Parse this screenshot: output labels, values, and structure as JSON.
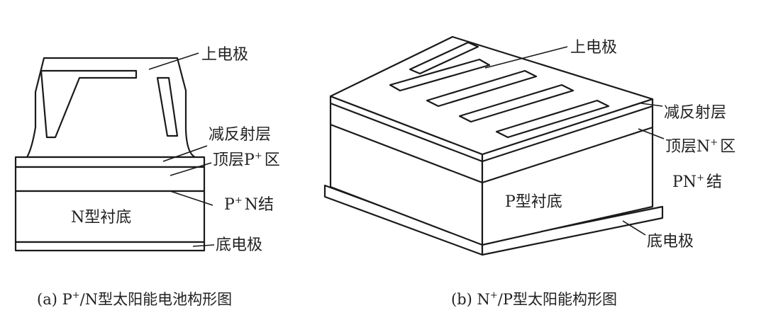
{
  "figure_a": {
    "labels": {
      "top_electrode": "上电极",
      "antireflection": "减反射层",
      "top_region_prefix": "顶层P",
      "top_region_sup": "+",
      "top_region_suffix": "区",
      "junction_prefix": "P",
      "junction_sup": "+",
      "junction_suffix": "N结",
      "substrate": "N型衬底",
      "bottom_electrode": "底电极"
    },
    "caption": {
      "prefix": "(a)  P",
      "sup": "+",
      "suffix": "/N型太阳能电池构形图"
    }
  },
  "figure_b": {
    "labels": {
      "top_electrode": "上电极",
      "antireflection": "减反射层",
      "top_region_prefix": "顶层N",
      "top_region_sup": "+",
      "top_region_suffix": "区",
      "junction_prefix": "PN",
      "junction_sup": "+",
      "junction_suffix": "结",
      "substrate": "P型衬底",
      "bottom_electrode": "底电极"
    },
    "caption": {
      "prefix": "(b)  N",
      "sup": "+",
      "suffix": "/P型太阳能构形图"
    }
  }
}
